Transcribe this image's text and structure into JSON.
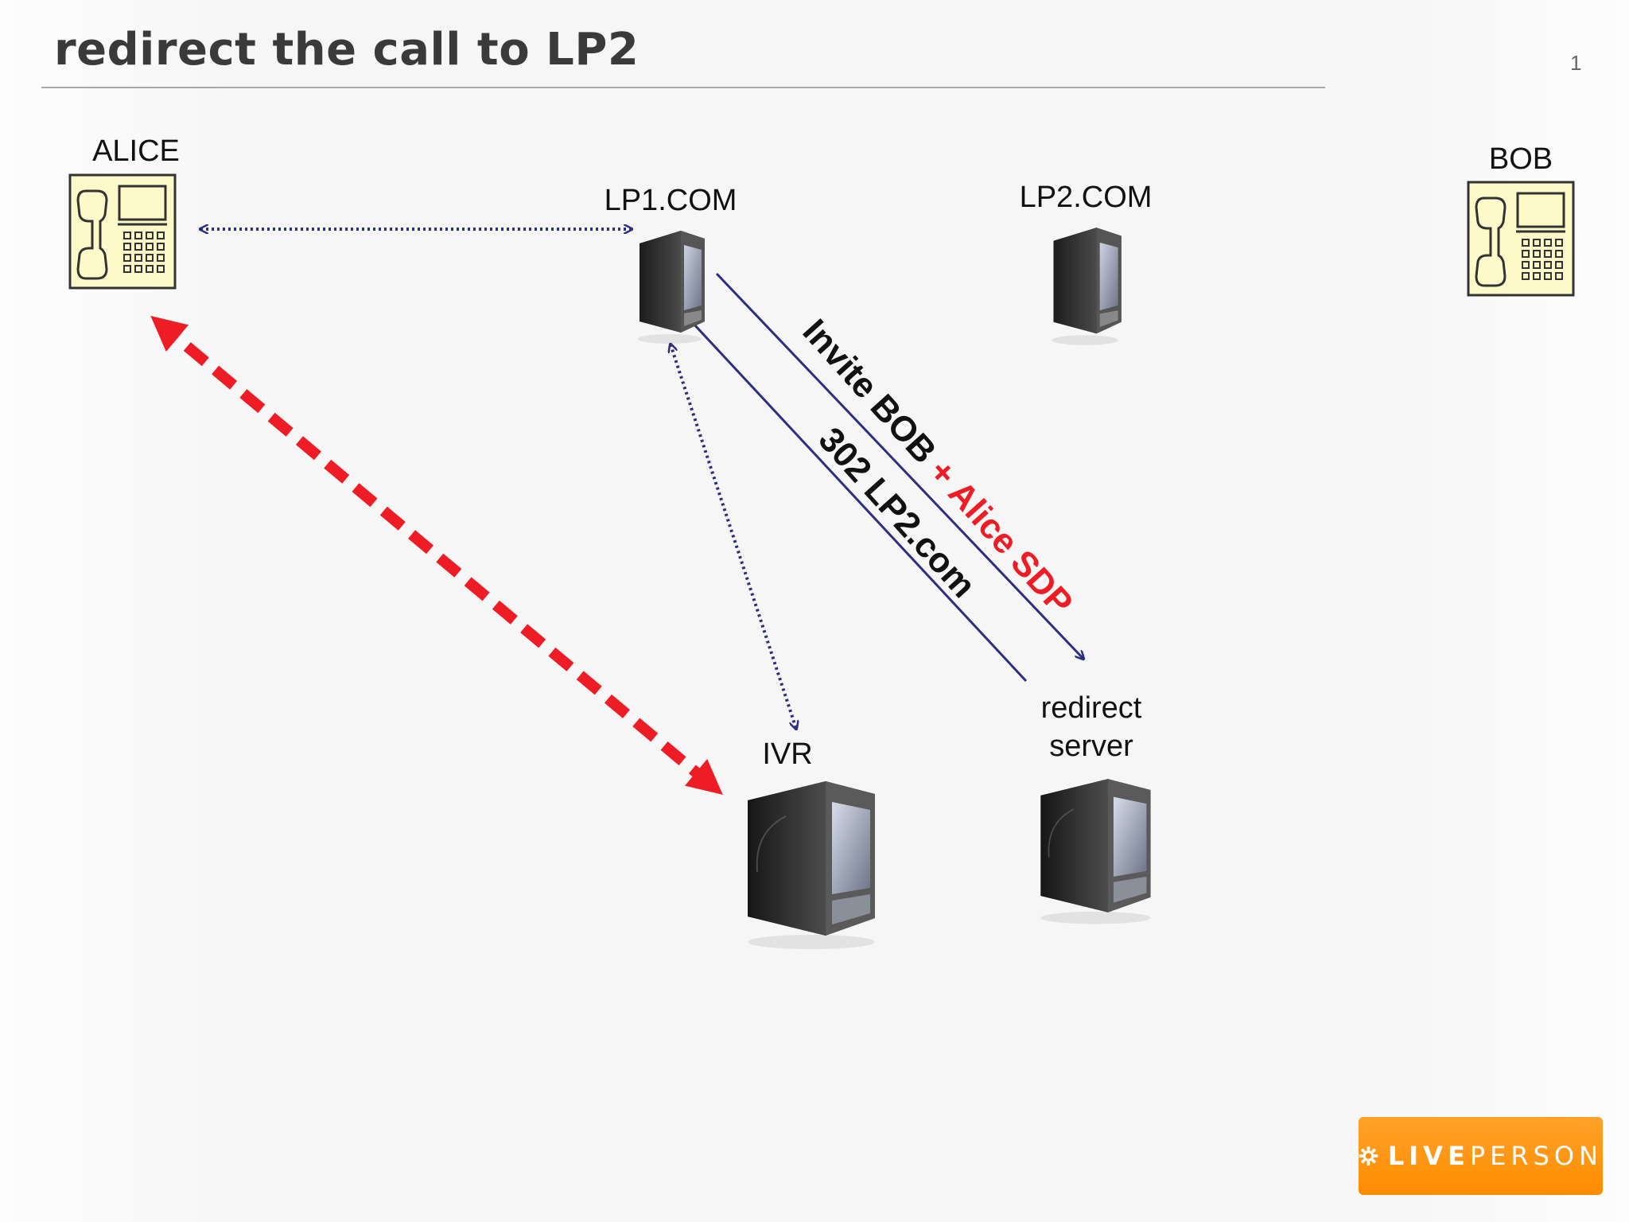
{
  "slide": {
    "title": "redirect the call to LP2",
    "page_number": "1"
  },
  "nodes": {
    "alice": {
      "label": "ALICE",
      "icon": "desk-phone-icon"
    },
    "bob": {
      "label": "BOB",
      "icon": "desk-phone-icon"
    },
    "lp1": {
      "label": "LP1.COM",
      "icon": "server-tower-icon"
    },
    "lp2": {
      "label": "LP2.COM",
      "icon": "server-tower-icon"
    },
    "ivr": {
      "label": "IVR",
      "icon": "server-tower-icon"
    },
    "redirect": {
      "label_line1": "redirect",
      "label_line2": "server",
      "icon": "server-tower-icon"
    }
  },
  "edges": {
    "invite": {
      "text_main": "Invite BOB ",
      "text_accent": "+ Alice SDP"
    },
    "redirect_reply": {
      "text": "302 LP2.com"
    }
  },
  "colors": {
    "arrow_blue": "#2e2e7e",
    "arrow_red": "#ee1c24",
    "phone_fill": "#fdf9c9",
    "logo_orange": "#ff9612"
  },
  "logo": {
    "icon": "sun-gear-icon",
    "text_bold": "LIVE",
    "text_regular": "PERSON"
  }
}
